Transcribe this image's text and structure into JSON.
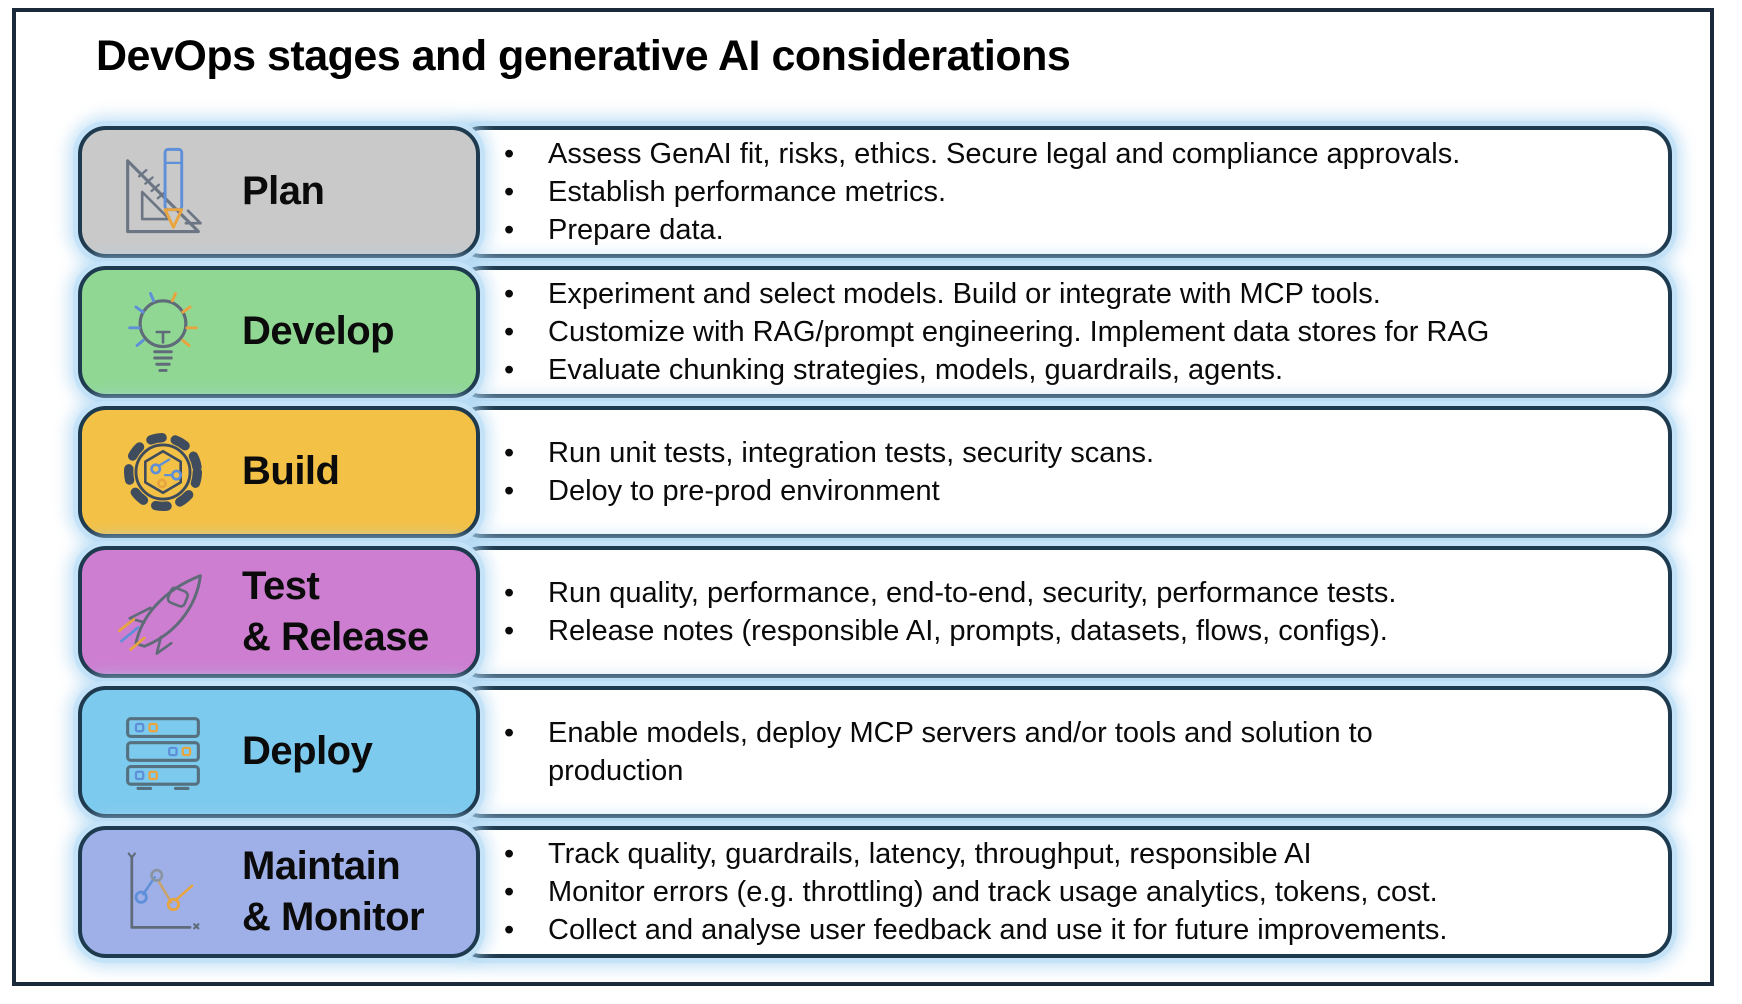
{
  "title": "DevOps stages and generative AI considerations",
  "colors": {
    "frame_border": "#1b2a3a",
    "box_border": "#1e3a4f",
    "glow": "#bfdff4",
    "icon_slate": "#5c6a7a",
    "icon_blue": "#5e8fd8",
    "icon_orange": "#e8a43e"
  },
  "stages": [
    {
      "id": "plan",
      "label_lines": [
        "Plan"
      ],
      "color": "#c9c9c9",
      "icon": "ruler-pencil-icon",
      "bullets": [
        "Assess GenAI fit, risks, ethics. Secure legal and compliance approvals.",
        "Establish performance metrics.",
        "Prepare data."
      ]
    },
    {
      "id": "develop",
      "label_lines": [
        "Develop"
      ],
      "color": "#90d794",
      "icon": "lightbulb-icon",
      "bullets": [
        "Experiment and select models. Build or integrate with MCP tools.",
        "Customize with RAG/prompt engineering. Implement data stores for RAG",
        "Evaluate chunking strategies, models, guardrails, agents."
      ]
    },
    {
      "id": "build",
      "label_lines": [
        "Build"
      ],
      "color": "#f3c145",
      "icon": "gear-icon",
      "bullets": [
        "Run unit tests, integration tests, security scans.",
        "Deloy to pre-prod environment"
      ]
    },
    {
      "id": "test-release",
      "label_lines": [
        "Test",
        "& Release"
      ],
      "color": "#cd7ed0",
      "icon": "rocket-icon",
      "bullets": [
        "Run quality, performance, end-to-end, security, performance tests.",
        "Release notes (responsible AI, prompts, datasets, flows, configs)."
      ]
    },
    {
      "id": "deploy",
      "label_lines": [
        "Deploy"
      ],
      "color": "#7ccaee",
      "icon": "server-stack-icon",
      "bullets": [
        "Enable models, deploy MCP servers and/or tools and solution to\nproduction"
      ]
    },
    {
      "id": "maintain-monitor",
      "label_lines": [
        "Maintain",
        "& Monitor"
      ],
      "color": "#9fafe7",
      "icon": "line-chart-icon",
      "bullets": [
        "Track quality, guardrails, latency, throughput, responsible AI",
        "Monitor errors (e.g. throttling) and track usage analytics, tokens, cost.",
        "Collect and analyse user feedback and use it for future improvements."
      ]
    }
  ]
}
